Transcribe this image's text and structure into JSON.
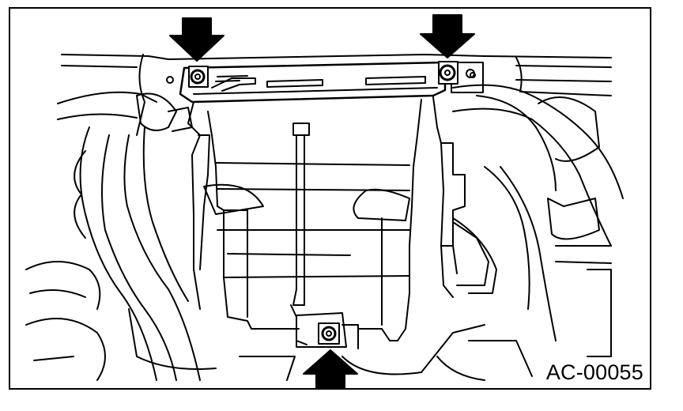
{
  "figure": {
    "code": "AC-00055",
    "colors": {
      "line": "#000000",
      "background": "#ffffff"
    },
    "callouts": [
      {
        "name": "arrow-top-left",
        "direction": "down",
        "points_to": "bolt-top-left"
      },
      {
        "name": "arrow-top-right",
        "direction": "down",
        "points_to": "bolt-top-right"
      },
      {
        "name": "arrow-bottom-center",
        "direction": "up",
        "points_to": "bolt-bottom-center"
      }
    ]
  }
}
